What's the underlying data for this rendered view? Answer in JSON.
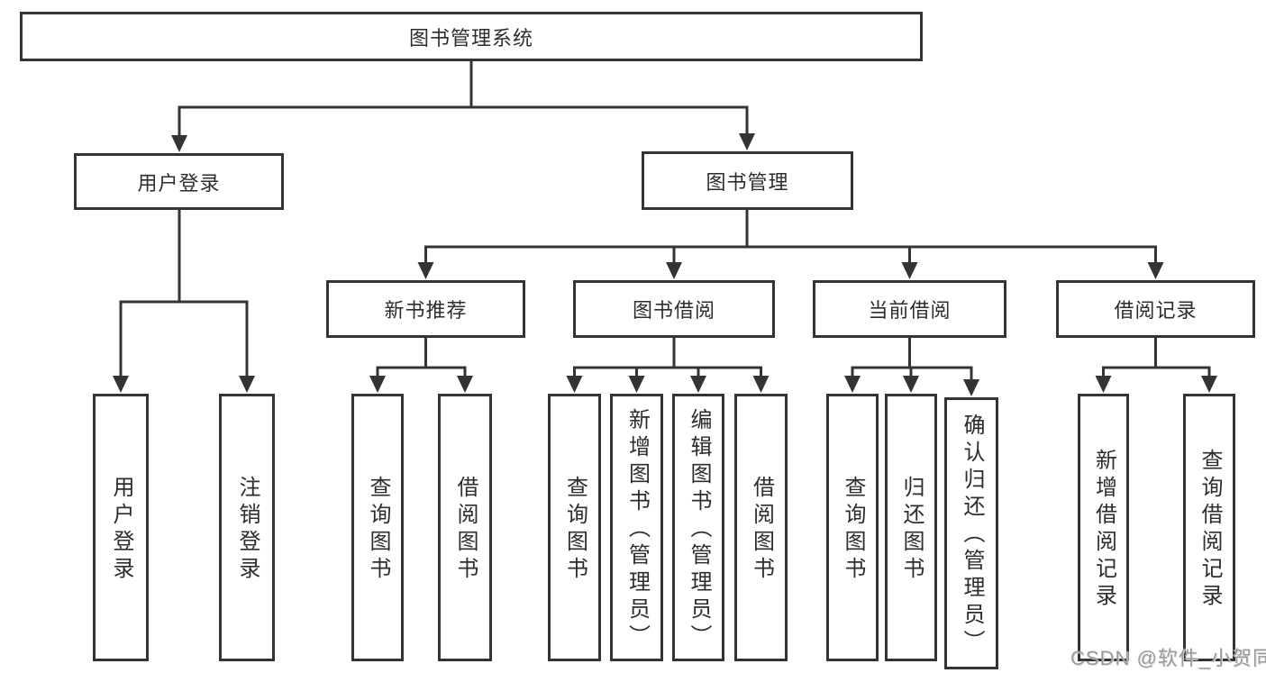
{
  "diagram": {
    "title": "图书管理系统",
    "branches": [
      {
        "label": "用户登录",
        "children": [
          {
            "label": "用户登录"
          },
          {
            "label": "注销登录"
          }
        ]
      },
      {
        "label": "图书管理",
        "children": [
          {
            "label": "新书推荐",
            "children": [
              {
                "label": "查询图书"
              },
              {
                "label": "借阅图书"
              }
            ]
          },
          {
            "label": "图书借阅",
            "children": [
              {
                "label": "查询图书"
              },
              {
                "label": "新增图书（管理员）"
              },
              {
                "label": "编辑图书（管理员）"
              },
              {
                "label": "借阅图书"
              }
            ]
          },
          {
            "label": "当前借阅",
            "children": [
              {
                "label": "查询图书"
              },
              {
                "label": "归还图书"
              },
              {
                "label": "确认归还（管理员）"
              }
            ]
          },
          {
            "label": "借阅记录",
            "children": [
              {
                "label": "新增借阅记录"
              },
              {
                "label": "查询借阅记录"
              }
            ]
          }
        ]
      }
    ]
  },
  "watermark": {
    "text": "CSDN @软件_小贺同学"
  },
  "colors": {
    "line": "#343434",
    "box_border": "#343434",
    "text": "#2d2d2d",
    "watermark": "#9a9a9a",
    "background": "#ffffff"
  }
}
